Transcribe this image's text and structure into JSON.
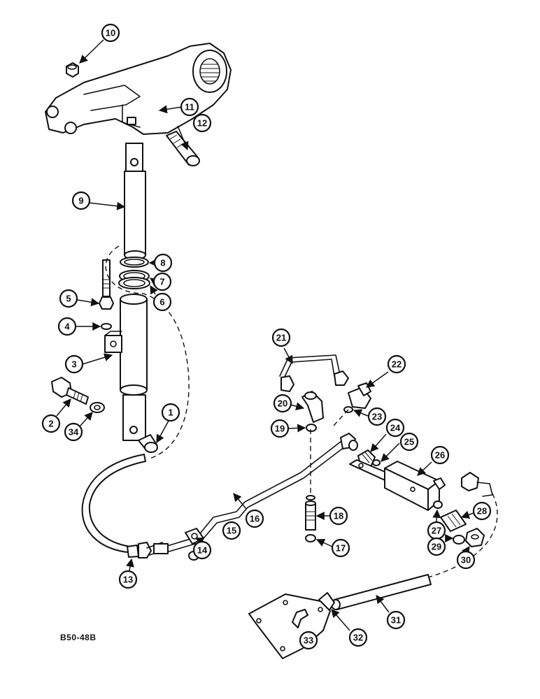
{
  "drawing_code": "B50-48B",
  "callouts": [
    "1",
    "2",
    "3",
    "4",
    "5",
    "6",
    "7",
    "8",
    "9",
    "10",
    "11",
    "12",
    "13",
    "14",
    "15",
    "16",
    "17",
    "18",
    "19",
    "20",
    "21",
    "22",
    "23",
    "24",
    "25",
    "26",
    "27",
    "28",
    "29",
    "30",
    "31",
    "32",
    "33",
    "34"
  ],
  "colors": {
    "ink": "#111111",
    "paper": "#ffffff"
  }
}
